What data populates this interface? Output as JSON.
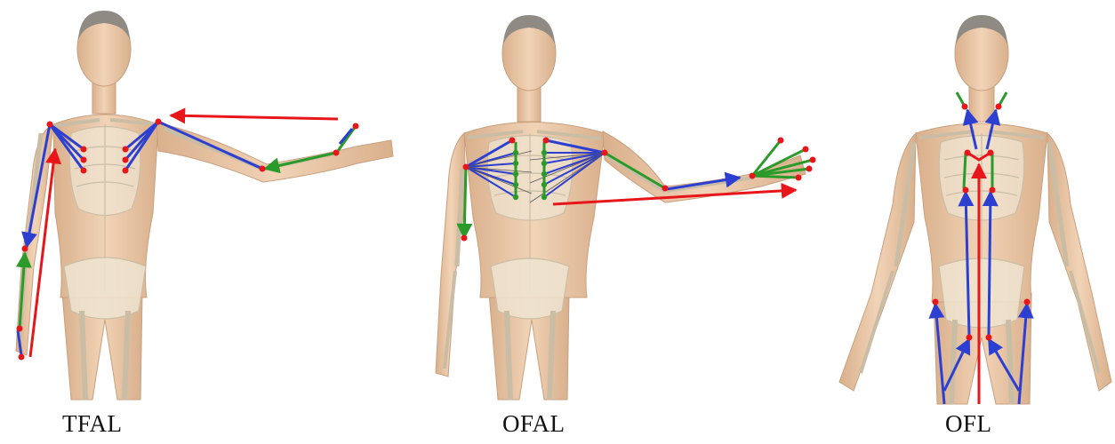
{
  "panels": [
    {
      "id": "a",
      "label": "TFAL"
    },
    {
      "id": "b",
      "label": "OFAL"
    },
    {
      "id": "c",
      "label": "OFL"
    }
  ],
  "colors": {
    "skin": "#e9c7a6",
    "skin_shade": "#d4a985",
    "bone": "#efe6d3",
    "bone_line": "#c9bda6",
    "hair": "#8f8a84",
    "red": "#e8161b",
    "blue": "#2c3fd0",
    "green": "#2a9a2a",
    "joint": "#e8161b"
  }
}
